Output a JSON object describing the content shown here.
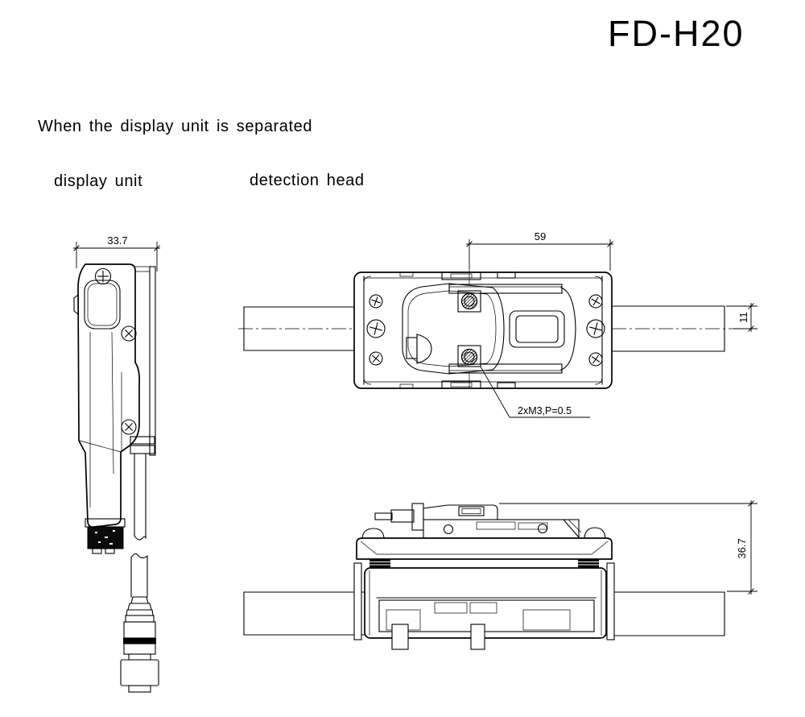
{
  "title": "FD-H20",
  "subtitle": "When the display unit is separated",
  "views": {
    "display_unit_label": "display unit",
    "detection_head_label": "detection head"
  },
  "dimensions": {
    "display_unit_width": "33.7",
    "mount_pitch": "59",
    "pipe_offset": "11",
    "thread_note": "2xM3,P=0.5",
    "head_height": "36.7"
  },
  "colors": {
    "line": "#000000",
    "background": "#ffffff"
  }
}
